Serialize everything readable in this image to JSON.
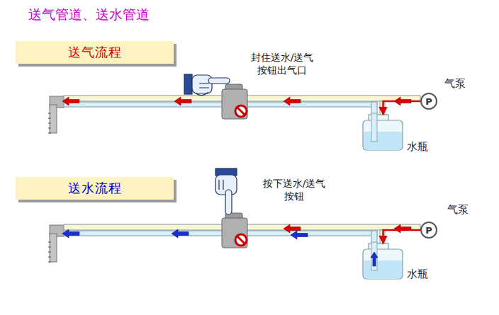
{
  "diagram": {
    "title": "送气管道、送水管道",
    "nodes": [
      {
        "text": [
          "送气流程"
        ]
      },
      {
        "text": [
          "P",
          "气泵"
        ]
      },
      {
        "text": [
          "水瓶"
        ]
      },
      {
        "text": [
          "送水流程"
        ]
      },
      {
        "text": [
          "P",
          "气泵"
        ]
      },
      {
        "text": [
          "水瓶"
        ]
      }
    ],
    "edges": [
      {
        "from": 1,
        "to": 2,
        "arrow": "to"
      },
      {
        "from": 4,
        "to": 5,
        "arrow": "to"
      }
    ],
    "labels": [
      "封住送水/送气 按钮出气口",
      "按下送水/送气 按钮"
    ]
  }
}
